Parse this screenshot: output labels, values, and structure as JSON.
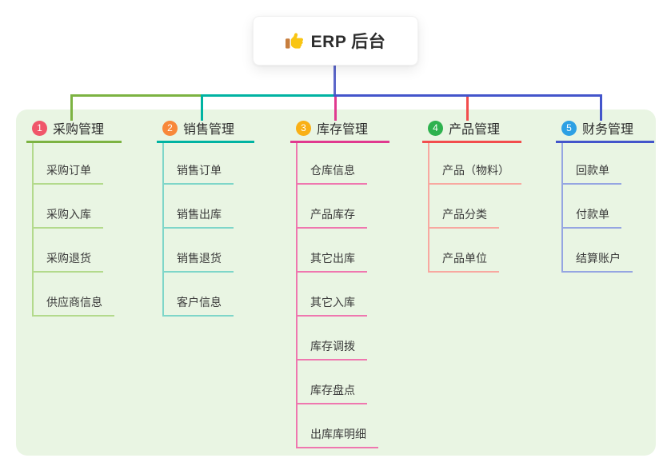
{
  "root": {
    "icon": "thumbs-up-icon",
    "label": "ERP 后台"
  },
  "theme": {
    "page_bg": "#ffffff",
    "panel_bg": "#e9f5e3",
    "root_connector_color": "#5c67ca",
    "title_text_color": "#2d2d2d",
    "child_text_color": "#3a3a3a",
    "icon_hand_color": "#f9c513",
    "icon_cuff_color": "#c77e3e"
  },
  "branches": [
    {
      "number": "1",
      "title": "采购管理",
      "badge_color": "#f0566a",
      "line_color": "#7cb342",
      "child_line_color": "#b3da8c",
      "children": [
        "采购订单",
        "采购入库",
        "采购退货",
        "供应商信息"
      ]
    },
    {
      "number": "2",
      "title": "销售管理",
      "badge_color": "#f8883a",
      "line_color": "#00b3a2",
      "child_line_color": "#7ed6c9",
      "children": [
        "销售订单",
        "销售出库",
        "销售退货",
        "客户信息"
      ]
    },
    {
      "number": "3",
      "title": "库存管理",
      "badge_color": "#f9b016",
      "line_color": "#e0398f",
      "child_line_color": "#ef77af",
      "children": [
        "仓库信息",
        "产品库存",
        "其它出库",
        "其它入库",
        "库存调拨",
        "库存盘点",
        "出库库明细"
      ]
    },
    {
      "number": "4",
      "title": "产品管理",
      "badge_color": "#2eb24e",
      "line_color": "#f24d4d",
      "child_line_color": "#f8a8a0",
      "children": [
        "产品（物料）",
        "产品分类",
        "产品单位"
      ]
    },
    {
      "number": "5",
      "title": "财务管理",
      "badge_color": "#2da0e4",
      "line_color": "#4355cb",
      "child_line_color": "#95a5e2",
      "children": [
        "回款单",
        "付款单",
        "结算账户"
      ]
    }
  ]
}
